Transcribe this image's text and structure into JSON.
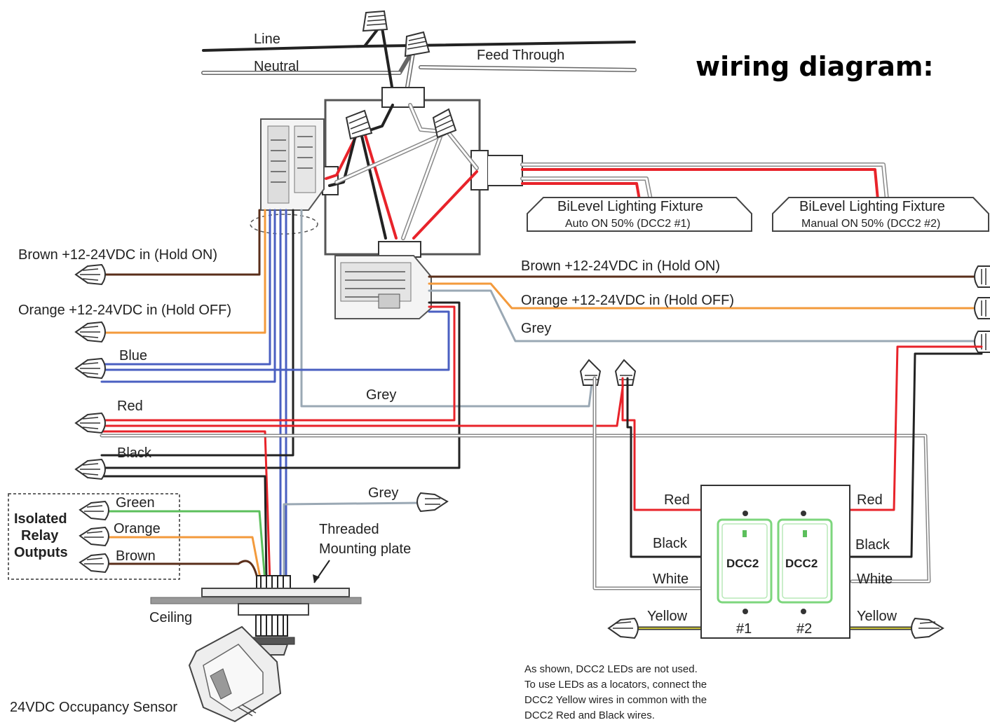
{
  "title": "wiring diagram:",
  "top_wires": {
    "line": "Line",
    "neutral": "Neutral",
    "feed_through": "Feed Through"
  },
  "fixtures": [
    {
      "name": "BiLevel Lighting Fixture",
      "sub": "Auto ON 50% (DCC2 #1)"
    },
    {
      "name": "BiLevel Lighting Fixture",
      "sub": "Manual ON 50% (DCC2 #2)"
    }
  ],
  "left_wires": {
    "brown": "Brown +12-24VDC in (Hold ON)",
    "orange": "Orange +12-24VDC in (Hold OFF)",
    "blue": "Blue",
    "red": "Red",
    "black": "Black",
    "grey": "Grey"
  },
  "right_wires": {
    "brown": "Brown +12-24VDC in (Hold ON)",
    "orange": "Orange +12-24VDC in (Hold OFF)",
    "grey": "Grey"
  },
  "relay": {
    "title_lines": [
      "Isolated",
      "Relay",
      "Outputs"
    ],
    "green": "Green",
    "orange": "Orange",
    "brown": "Brown"
  },
  "sensor": {
    "grey": "Grey",
    "plate": [
      "Threaded",
      "Mounting plate"
    ],
    "ceiling": "Ceiling",
    "name": "24VDC Occupancy Sensor"
  },
  "dcc2": {
    "left": {
      "red": "Red",
      "black": "Black",
      "white": "White",
      "yellow": "Yellow"
    },
    "right": {
      "red": "Red",
      "black": "Black",
      "white": "White",
      "yellow": "Yellow"
    },
    "switch_label": "DCC2",
    "num1": "#1",
    "num2": "#2"
  },
  "note_lines": [
    "As shown, DCC2 LEDs are not used.",
    "To use LEDs as a locators, connect the",
    "DCC2 Yellow wires in common with the",
    "DCC2 Red and Black wires."
  ],
  "colors": {
    "red": "#e8232a",
    "black": "#222222",
    "brown": "#5a2e1a",
    "orange": "#f39a3c",
    "blue": "#4a5fc1",
    "grey": "#9aa8b4",
    "green": "#5cbf5c",
    "yellow": "#c9c23a",
    "dcc2_green": "#7dd67d"
  }
}
